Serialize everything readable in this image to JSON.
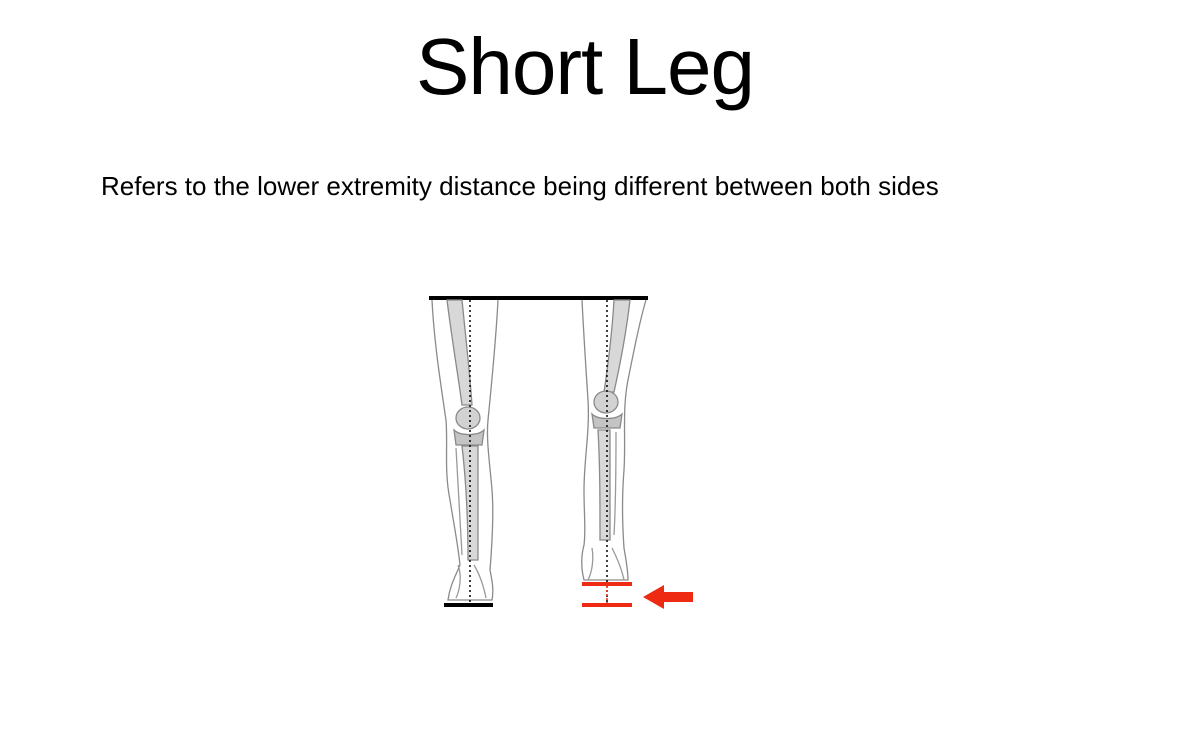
{
  "slide": {
    "title": "Short Leg",
    "subtitle": "Refers to the lower extremity distance being different between both sides"
  },
  "diagram": {
    "subject": "legs-front-view",
    "colors": {
      "line": "#000000",
      "marker": "#ee2a12",
      "bone": "#b8b8b8",
      "outline": "#8a8a8a"
    }
  }
}
